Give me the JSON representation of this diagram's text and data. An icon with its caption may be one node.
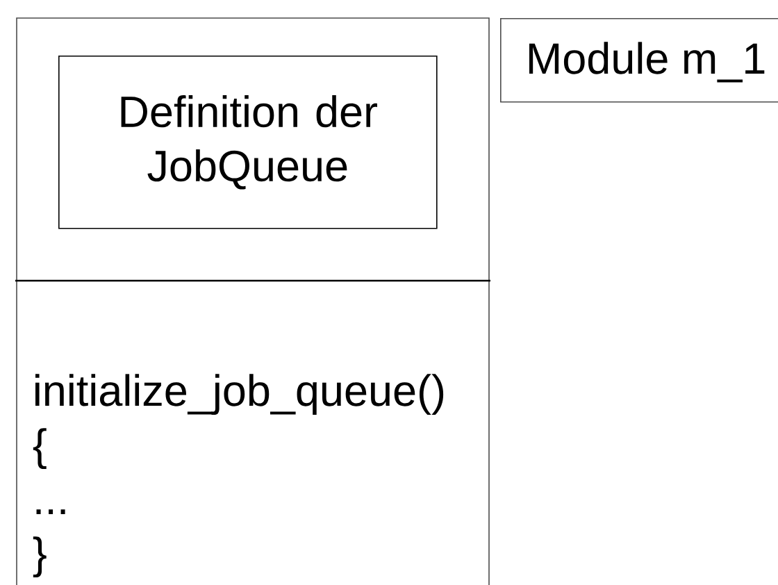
{
  "diagram": {
    "nodes": [
      {
        "text": [
          "initialize_job_queue()",
          "{",
          "...",
          "}"
        ]
      },
      {
        "text": [
          "Definition der JobQueue"
        ],
        "in": 0
      },
      {
        "text": [
          "Module m_1"
        ]
      }
    ]
  }
}
